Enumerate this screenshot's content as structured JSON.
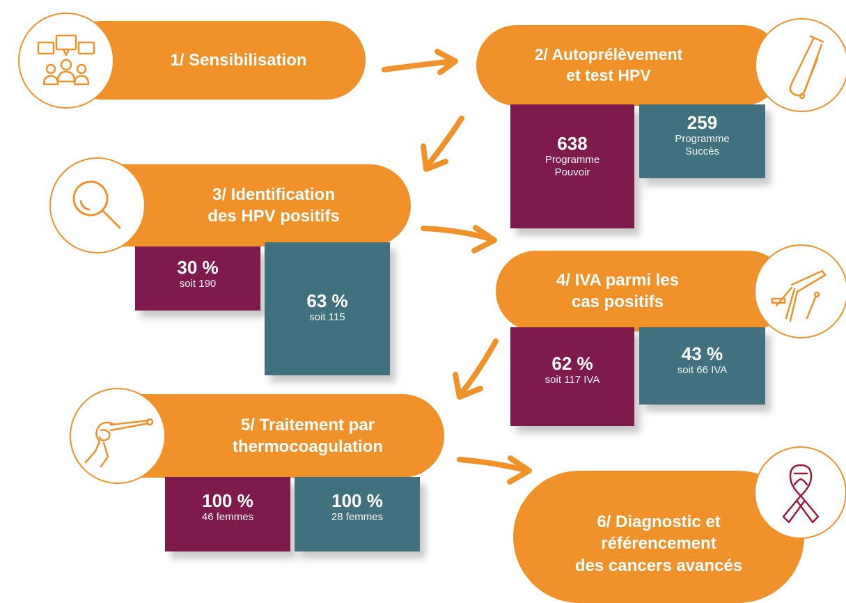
{
  "colors": {
    "orange": "#F0912A",
    "plum": "#7E1A4C",
    "teal": "#41707E",
    "ribbon": "#9A1B30"
  },
  "steps": [
    {
      "label": "1/ Sensibilisation",
      "icon": "people-speech-icon"
    },
    {
      "label": "2/ Autoprélèvement\net test HPV",
      "icon": "test-tube-swab-icon"
    },
    {
      "label": "3/ Identification\ndes HPV positifs",
      "icon": "magnifier-icon"
    },
    {
      "label": "4/ IVA parmi les\ncas positifs",
      "icon": "speculum-icon"
    },
    {
      "label": "5/ Traitement par\nthermocoagulation",
      "icon": "thermocoagulation-probe-icon"
    },
    {
      "label": "6/ Diagnostic et\nréférencement\ndes cancers avancés",
      "icon": "cancer-ribbon-icon"
    }
  ],
  "stats": {
    "step2": {
      "plum": {
        "value": "638",
        "text": "Programme\nPouvoir"
      },
      "teal": {
        "value": "259",
        "text": "Programme\nSuccès"
      }
    },
    "step3": {
      "plum": {
        "value": "30 %",
        "text": "soit 190"
      },
      "teal": {
        "value": "63 %",
        "text": "soit 115"
      }
    },
    "step4": {
      "plum": {
        "value": "62 %",
        "text": "soit 117 IVA"
      },
      "teal": {
        "value": "43 %",
        "text": "soit 66 IVA"
      }
    },
    "step5": {
      "plum": {
        "value": "100 %",
        "text": "46 femmes"
      },
      "teal": {
        "value": "100 %",
        "text": "28 femmes"
      }
    }
  }
}
